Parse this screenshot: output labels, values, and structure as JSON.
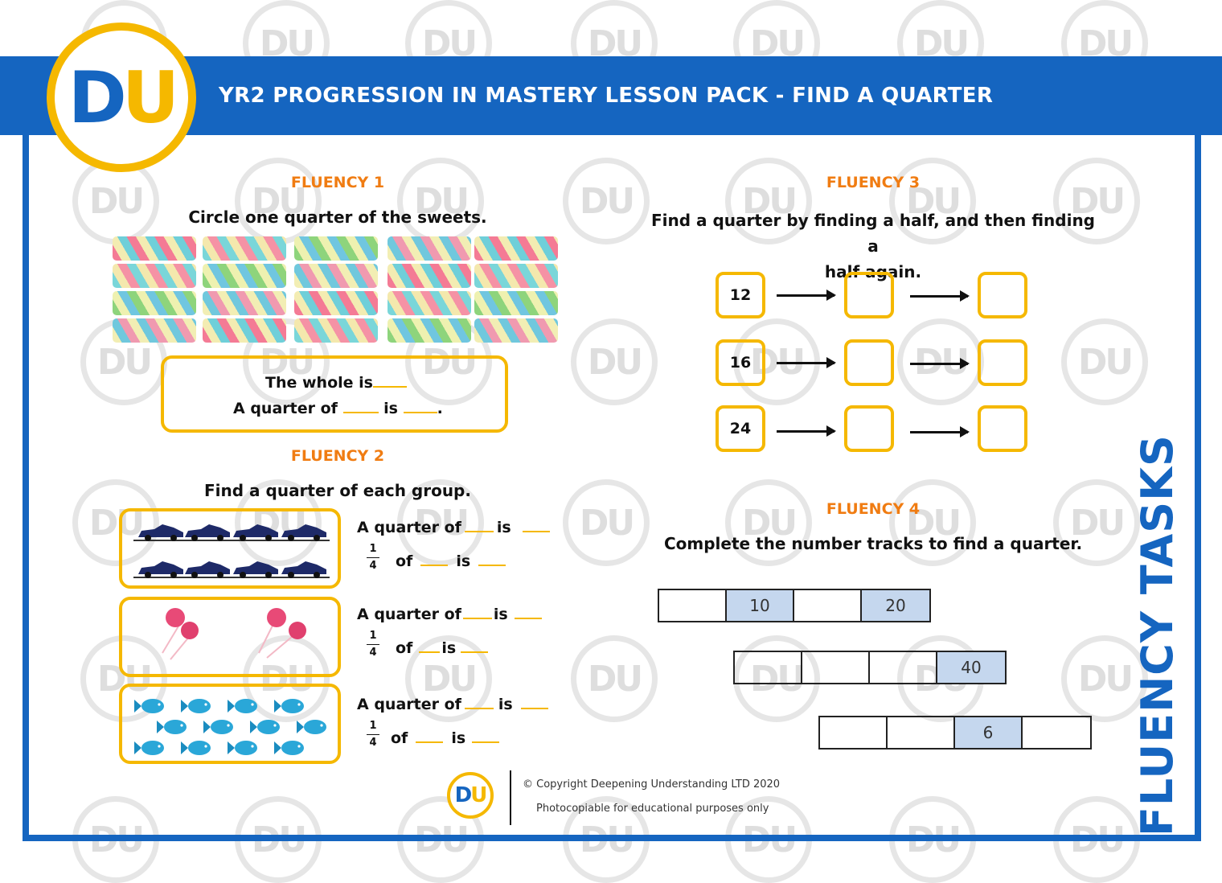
{
  "header": {
    "title": "YR2 PROGRESSION IN MASTERY LESSON PACK - FIND A QUARTER",
    "logo_d": "D",
    "logo_u": "U",
    "brand_color": "#1565c0",
    "accent_color": "#f5b800"
  },
  "fluency1": {
    "heading": "FLUENCY 1",
    "instruction": "Circle one quarter of the sweets.",
    "line1": "The whole is",
    "line2a": "A quarter of",
    "line2b": "is",
    "line2c": "."
  },
  "fluency2": {
    "heading": "FLUENCY 2",
    "instruction": "Find a quarter of each group.",
    "quarter_of": "A quarter of",
    "is": "is",
    "of": "of",
    "frac_num": "1",
    "frac_den": "4",
    "groups": [
      "cars-icon",
      "lollipop-icon",
      "fish-icon"
    ]
  },
  "fluency3": {
    "heading": "FLUENCY 3",
    "instruction_line1": "Find a quarter by finding a half, and then finding a",
    "instruction_line2": "half again.",
    "rows": [
      "12",
      "16",
      "24"
    ]
  },
  "fluency4": {
    "heading": "FLUENCY 4",
    "instruction": "Complete  the number tracks to find a quarter.",
    "track1": [
      "",
      "10",
      "",
      "20"
    ],
    "track2": [
      "",
      "",
      "",
      "40"
    ],
    "track3": [
      "",
      "",
      "6",
      ""
    ]
  },
  "footer": {
    "copyright": "© Copyright Deepening Understanding LTD 2020",
    "note": "Photocopiable for educational purposes only",
    "logo_d": "D",
    "logo_u": "U"
  },
  "side_label": "FLUENCY TASKS"
}
